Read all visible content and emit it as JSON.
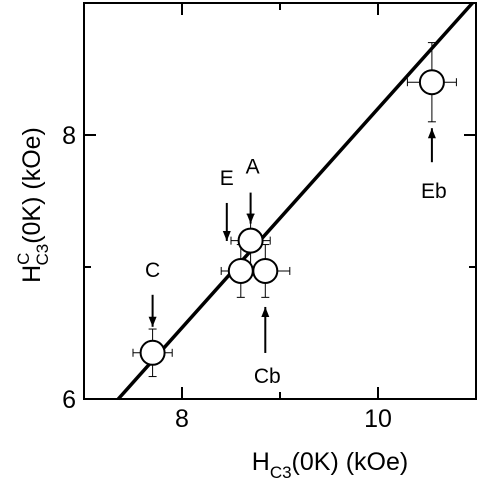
{
  "chart_data": {
    "type": "scatter",
    "title": "",
    "xlabel": {
      "main": "H",
      "sub": "C3",
      "rest": "(0K) (kOe)"
    },
    "ylabel": {
      "main": "H",
      "sup": "C",
      "sub": "C3",
      "rest": "(0K) (kOe)"
    },
    "xlim": [
      7.0,
      11.0
    ],
    "ylim": [
      6.0,
      9.0
    ],
    "x_ticks": [
      {
        "value": 8,
        "label": "8"
      },
      {
        "value": 10,
        "label": "10"
      }
    ],
    "y_ticks": [
      {
        "value": 6,
        "label": "6"
      },
      {
        "value": 8,
        "label": "8"
      }
    ],
    "minor_x_ticks": [
      7,
      9,
      11
    ],
    "minor_y_ticks": [
      7,
      9
    ],
    "grid": false,
    "legend": "none",
    "points": [
      {
        "id": "C",
        "x": 7.7,
        "y": 6.35,
        "xerr": 0.2,
        "yerr": 0.18
      },
      {
        "id": "E",
        "x": 8.6,
        "y": 6.97,
        "xerr": 0.2,
        "yerr": 0.2
      },
      {
        "id": "A",
        "x": 8.7,
        "y": 7.2,
        "xerr": 0.2,
        "yerr": 0.2
      },
      {
        "id": "Cb",
        "x": 8.85,
        "y": 6.97,
        "xerr": 0.25,
        "yerr": 0.2
      },
      {
        "id": "Eb",
        "x": 10.55,
        "y": 8.4,
        "xerr": 0.25,
        "yerr": 0.3
      }
    ],
    "fit_line": {
      "slope": 0.83,
      "intercept": -0.1,
      "x_range": [
        7.0,
        11.0
      ]
    },
    "annotations": [
      {
        "label": "C",
        "target": "C",
        "arrow": "down"
      },
      {
        "label": "E",
        "target": "E",
        "arrow": "down"
      },
      {
        "label": "A",
        "target": "A",
        "arrow": "down"
      },
      {
        "label": "Cb",
        "target": "Cb",
        "arrow": "up"
      },
      {
        "label": "Eb",
        "target": "Eb",
        "arrow": "up"
      }
    ]
  }
}
